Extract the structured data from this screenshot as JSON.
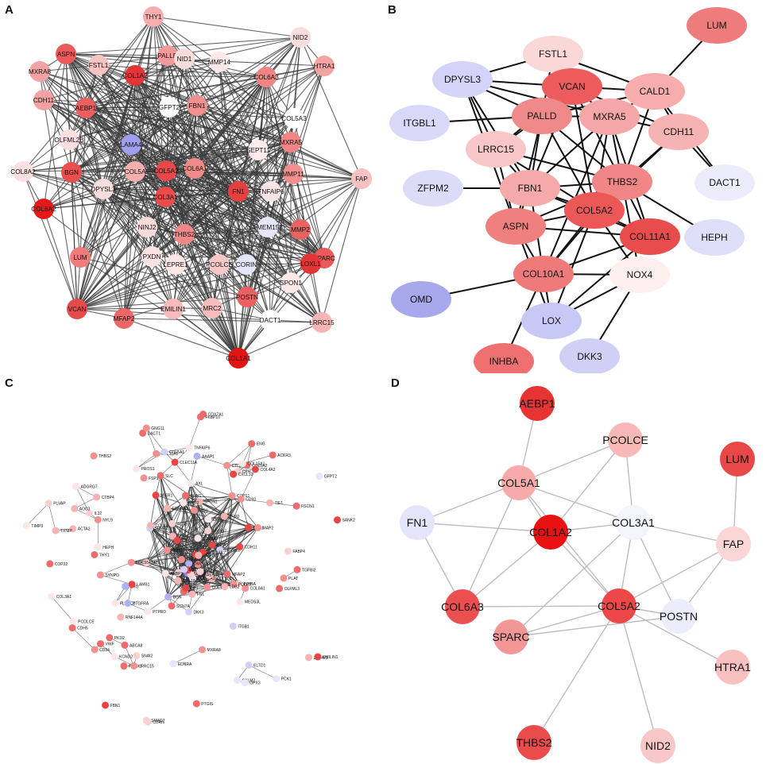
{
  "panels": [
    {
      "letter": "A",
      "nodes": [
        {
          "label": "THY1",
          "color": "#f5adad"
        },
        {
          "label": "NID2",
          "color": "#fbdcdc"
        },
        {
          "label": "ASPN",
          "color": "#ec5b5b"
        },
        {
          "label": "PALLD",
          "color": "#f39a9a"
        },
        {
          "label": "NID1",
          "color": "#fbdcdc"
        },
        {
          "label": "MMP14",
          "color": "#fde8e8"
        },
        {
          "label": "HTRA1",
          "color": "#f4a3a3"
        },
        {
          "label": "MXRA8",
          "color": "#f3a3a3"
        },
        {
          "label": "FSTL1",
          "color": "#f8c3c3"
        },
        {
          "label": "COL1A2",
          "color": "#e23535"
        },
        {
          "label": "COL6A3",
          "color": "#f08383"
        },
        {
          "label": "CDH11",
          "color": "#f2a0a0"
        },
        {
          "label": "AEBP1",
          "color": "#ea5f5f"
        },
        {
          "label": "GFPT2",
          "color": "#ffffff"
        },
        {
          "label": "FBN1",
          "color": "#f28f8f"
        },
        {
          "label": "COL5A3",
          "color": "#ffffff"
        },
        {
          "label": "OLFML2B",
          "color": "#fcdede"
        },
        {
          "label": "LAMA4",
          "color": "#9f9ff0"
        },
        {
          "label": "SEPT11",
          "color": "#fdeaea"
        },
        {
          "label": "MXRA5",
          "color": "#f08585"
        },
        {
          "label": "COL8A2",
          "color": "#fbe0e0"
        },
        {
          "label": "COL6A1",
          "color": "#f28a8a"
        },
        {
          "label": "BGN",
          "color": "#e85050"
        },
        {
          "label": "COL5A",
          "color": "#f5b0b0"
        },
        {
          "label": "COL5A2",
          "color": "#e84848"
        },
        {
          "label": "MMP11",
          "color": "#f28f8f"
        },
        {
          "label": "FAP",
          "color": "#f8c0c0"
        },
        {
          "label": "DPYSL3",
          "color": "#fbdede"
        },
        {
          "label": "COL3A1",
          "color": "#e84c4c"
        },
        {
          "label": "FN1",
          "color": "#e44040"
        },
        {
          "label": "TNFAIP6",
          "color": "#fde4e4"
        },
        {
          "label": "COL6A2",
          "color": "#e41a1a"
        },
        {
          "label": "NINJ2",
          "color": "#fbdada"
        },
        {
          "label": "TMEM158",
          "color": "#e6e6fa"
        },
        {
          "label": "MMP2",
          "color": "#ea6363"
        },
        {
          "label": "THBS2",
          "color": "#f08888"
        },
        {
          "label": "SPARC",
          "color": "#ea5a5a"
        },
        {
          "label": "PXDN",
          "color": "#fbe2e2"
        },
        {
          "label": "LUM",
          "color": "#ef7c7c"
        },
        {
          "label": "LEPRE1",
          "color": "#fde6e6"
        },
        {
          "label": "PCOLCE",
          "color": "#f8c8c8"
        },
        {
          "label": "CORIN",
          "color": "#e4e4fa"
        },
        {
          "label": "LOXL1",
          "color": "#e23636"
        },
        {
          "label": "SPON1",
          "color": "#fde8e8"
        },
        {
          "label": "POSTN",
          "color": "#ec6060"
        },
        {
          "label": "VCAN",
          "color": "#e44c4c"
        },
        {
          "label": "EMILIN1",
          "color": "#f7bbbb"
        },
        {
          "label": "MRC2",
          "color": "#f7bcbc"
        },
        {
          "label": "DACT1",
          "color": "#ffffff"
        },
        {
          "label": "LRRC15",
          "color": "#f5b5b5"
        },
        {
          "label": "MFAP2",
          "color": "#ec6868"
        },
        {
          "label": "COL1A1",
          "color": "#e21414"
        }
      ]
    },
    {
      "letter": "B",
      "nodes": [
        {
          "label": "LUM",
          "color": "#ee7c7c"
        },
        {
          "label": "FSTL1",
          "color": "#fbd8d8"
        },
        {
          "label": "DPYSL3",
          "color": "#d4d4f8"
        },
        {
          "label": "VCAN",
          "color": "#ec5c5c"
        },
        {
          "label": "CALD1",
          "color": "#f7adad"
        },
        {
          "label": "ITGBL1",
          "color": "#d8d8f8"
        },
        {
          "label": "PALLD",
          "color": "#f08a8a"
        },
        {
          "label": "MXRA5",
          "color": "#f5a6a6"
        },
        {
          "label": "CDH11",
          "color": "#f6b3b3"
        },
        {
          "label": "LRRC15",
          "color": "#f8c6c6"
        },
        {
          "label": "ZFPM2",
          "color": "#dcdcf9"
        },
        {
          "label": "FBN1",
          "color": "#f5a9a9"
        },
        {
          "label": "THBS2",
          "color": "#f08686"
        },
        {
          "label": "DACT1",
          "color": "#ececfb"
        },
        {
          "label": "COL5A2",
          "color": "#ec5858"
        },
        {
          "label": "ASPN",
          "color": "#f08080"
        },
        {
          "label": "COL11A1",
          "color": "#e84c4c"
        },
        {
          "label": "HEPH",
          "color": "#dedef9"
        },
        {
          "label": "NOX4",
          "color": "#fff0f0"
        },
        {
          "label": "COL10A1",
          "color": "#ef7a7a"
        },
        {
          "label": "OMD",
          "color": "#a8a8ec"
        },
        {
          "label": "LOX",
          "color": "#c8c8f4"
        },
        {
          "label": "DKK3",
          "color": "#d0d0f6"
        },
        {
          "label": "INHBA",
          "color": "#ee7070"
        }
      ]
    },
    {
      "letter": "C",
      "labels": [
        "NYL9",
        "FSCN1",
        "TNFAIP6",
        "TAGLN",
        "INHBA",
        "CDRN",
        "COL11A1",
        "PTPRD",
        "ZNF423",
        "ACKR3",
        "ERG",
        "FHOD2",
        "COX7A1",
        "COL6A2",
        "PRRX1",
        "COL8A1",
        "COP22",
        "EDNRA",
        "TGFBI2",
        "ACTA2",
        "DACT1",
        "ZFPM2",
        "CTPS1",
        "DPYSL2",
        "TPM2",
        "PLAT",
        "MFAP2",
        "CDH11",
        "LRRC15",
        "CLEC11A",
        "CTLZ",
        "INSIG1",
        "KJA1",
        "GFPT2",
        "PTGIS",
        "MXRA8",
        "VCAN",
        "ITGB1",
        "TIMP3",
        "PLXNC1",
        "KCND2",
        "LTBP2",
        "AXL",
        "MXRA7",
        "FSP1",
        "AAAP1",
        "SYNPO",
        "MXRA5",
        "SNAI2",
        "SMAD7",
        "CFH",
        "EMILIN1",
        "IL32",
        "COL1A2",
        "COL5A2",
        "COL3A1",
        "THBS2",
        "BGN",
        "AEBP1",
        "GAS1",
        "SLC",
        "COL10A1",
        "HEPH",
        "GSN",
        "SANK2",
        "CTBP4",
        "THY1",
        "LOC554342",
        "FN1",
        "FBN1",
        "SPARC",
        "EDNRA2",
        "GNG11",
        "DPT",
        "TXNIP",
        "COL4A1",
        "FKBP10",
        "COL16A1",
        "DKK3",
        "LAMB1",
        "NID1",
        "POLE2",
        "COL18A1",
        "OMD",
        "COL14A1",
        "ACTB",
        "SPON1",
        "PKD2",
        "PCOLCE",
        "COL5A1",
        "PTGFRA",
        "ADGRG7",
        "MAP2",
        "FHL1",
        "TIE1",
        "PLVAP",
        "ENG",
        "CLP",
        "RNF144A",
        "OLFML3",
        "PROS1",
        "COL4A2",
        "TCF4",
        "CXCL12",
        "SCN7A",
        "SCARA5",
        "CALM2",
        "LDB2",
        "MDFIC",
        "ADH1B",
        "PCK1",
        "PLIN1",
        "CD34",
        "VWF",
        "COL15A1",
        "MEDS1",
        "BACH2",
        "ABCA8",
        "GPX3",
        "MIER1",
        "MEDS3L",
        "CDH5",
        "ELTD1",
        "CD93",
        "DPYD",
        "CIS2",
        "FABP4",
        "EHD2",
        "AOC3"
      ]
    },
    {
      "letter": "D",
      "nodes": [
        {
          "label": "AEBP1",
          "color": "#e63434"
        },
        {
          "label": "PCOLCE",
          "color": "#f8b8b8"
        },
        {
          "label": "LUM",
          "color": "#e84848"
        },
        {
          "label": "COL5A1",
          "color": "#f6aaaa"
        },
        {
          "label": "FN1",
          "color": "#e4e4fb"
        },
        {
          "label": "COL3A1",
          "color": "#f4f4fd"
        },
        {
          "label": "COL1A2",
          "color": "#e81212"
        },
        {
          "label": "FAP",
          "color": "#fbd6d6"
        },
        {
          "label": "COL6A3",
          "color": "#ea5050"
        },
        {
          "label": "COL5A2",
          "color": "#ec4848"
        },
        {
          "label": "POSTN",
          "color": "#ececfb"
        },
        {
          "label": "SPARC",
          "color": "#f39696"
        },
        {
          "label": "HTRA1",
          "color": "#f8c0c0"
        },
        {
          "label": "THBS2",
          "color": "#ea4c4c"
        },
        {
          "label": "NID2",
          "color": "#f8c8c8"
        }
      ]
    }
  ]
}
